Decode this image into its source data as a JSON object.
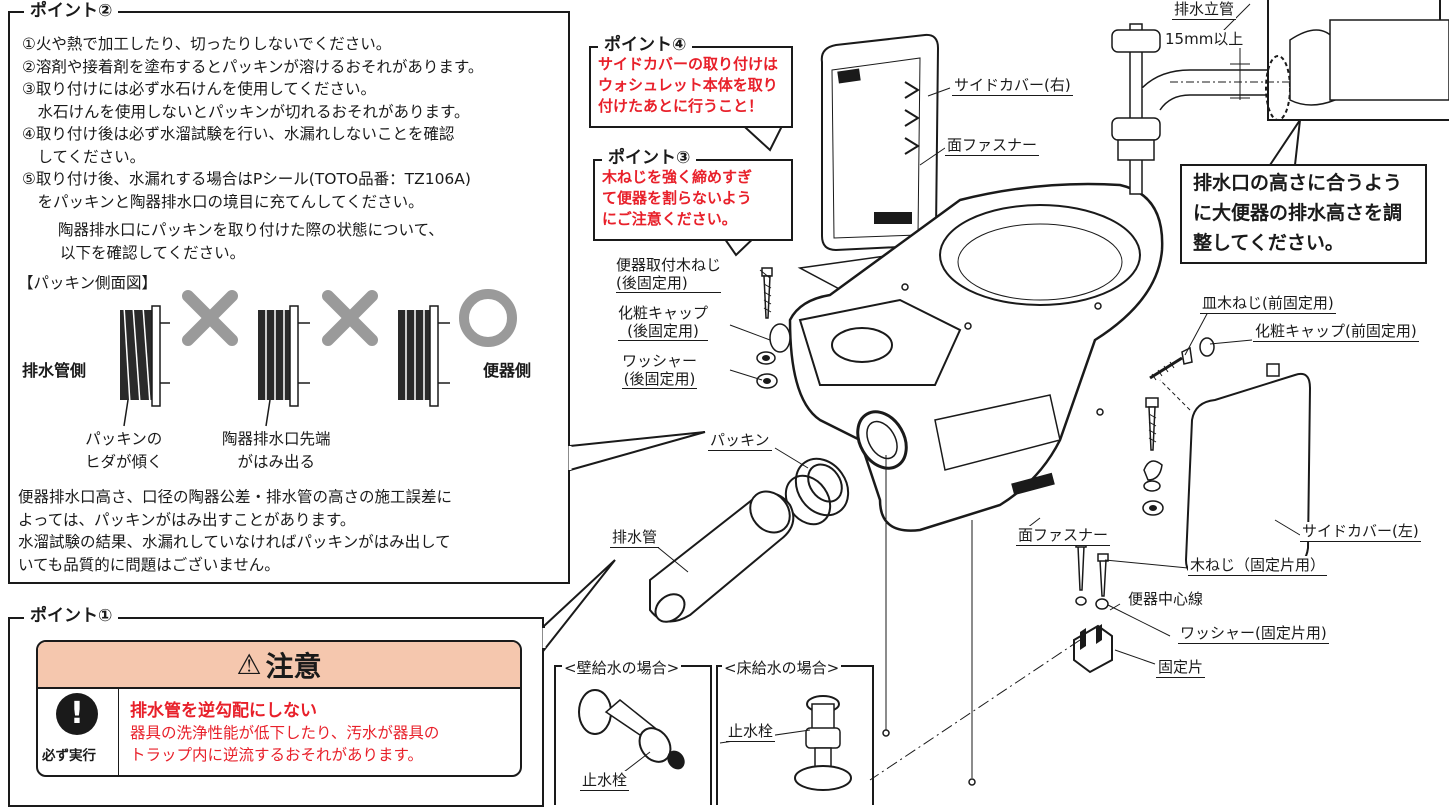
{
  "point2": {
    "title": "ポイント②",
    "lines": [
      "①火や熱で加工したり、切ったりしないでください。",
      "②溶剤や接着剤を塗布するとパッキンが溶けるおそれがあります。",
      "③取り付けには必ず水石けんを使用してください。",
      "　水石けんを使用しないとパッキンが切れるおそれがあります。",
      "④取り付け後は必ず水溜試験を行い、水漏れしないことを確認",
      "　してください。",
      "⑤取り付け後、水漏れする場合はPシール(TOTO品番：TZ106A)",
      "　をパッキンと陶器排水口の境目に充てんしてください。"
    ],
    "check_lines": [
      "陶器排水口にパッキンを取り付けた際の状態について、",
      "以下を確認してください。"
    ],
    "side_view_label": "【パッキン側面図】",
    "drain_side": "排水管側",
    "toilet_side": "便器側",
    "caption1": [
      "パッキンの",
      "ヒダが傾く"
    ],
    "caption2": [
      "陶器排水口先端",
      "がはみ出る"
    ],
    "note_lines": [
      "便器排水口高さ、口径の陶器公差・排水管の高さの施工誤差に",
      "よっては、パッキンがはみ出すことがあります。",
      "水溜試験の結果、水漏れしていなければパッキンがはみ出して",
      "いても品質的に問題はございません。"
    ]
  },
  "point1": {
    "title": "ポイント①",
    "caution_title": "注意",
    "must_do": "必ず実行",
    "heading": "排水管を逆勾配にしない",
    "body_lines": [
      "器具の洗浄性能が低下したり、汚水が器具の",
      "トラップ内に逆流するおそれがあります。"
    ]
  },
  "point4": {
    "title": "ポイント④",
    "lines": [
      "サイドカバーの取り付けは",
      "ウォシュレット本体を取り",
      "付けたあとに行うこと！"
    ]
  },
  "point3": {
    "title": "ポイント③",
    "lines": [
      "木ねじを強く締めすぎ",
      "て便器を割らないよう",
      "にご注意ください。"
    ]
  },
  "drain_note": {
    "lines": [
      "排水口の高さに合うよう",
      "に大便器の排水高さを調",
      "整してください。"
    ]
  },
  "labels": {
    "drain_riser": "排水立管",
    "min_15mm": "15mm以上",
    "side_cover_right": "サイドカバー(右)",
    "hook_fastener_top": "面ファスナー",
    "toilet_screw_rear": [
      "便器取付木ねじ",
      "(後固定用)"
    ],
    "cosmetic_cap_rear": [
      "化粧キャップ",
      "(後固定用)"
    ],
    "washer_rear": [
      "ワッシャー",
      "(後固定用)"
    ],
    "packing": "パッキン",
    "drain_pipe": "排水管",
    "dish_screw_front": "皿木ねじ(前固定用)",
    "cosmetic_cap_front": "化粧キャップ(前固定用)",
    "side_cover_left": "サイドカバー(左)",
    "hook_fastener_bottom": "面ファスナー",
    "wood_screw_fixing": "木ねじ（固定片用）",
    "toilet_centerline": "便器中心線",
    "washer_fixing": "ワッシャー(固定片用)",
    "fixing_piece": "固定片",
    "wall_supply": "<壁給水の場合>",
    "floor_supply": "<床給水の場合>",
    "stop_valve_wall": "止水栓",
    "stop_valve_floor": "止水栓"
  },
  "colors": {
    "accent_red": "#e8202a",
    "caution_bg": "#f5c7ae",
    "ink": "#1a1a1a"
  }
}
